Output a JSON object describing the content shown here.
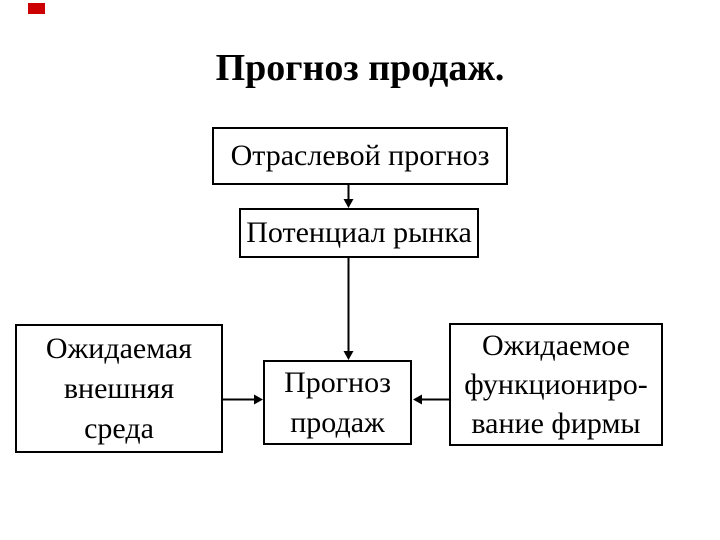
{
  "slide": {
    "title": "Прогноз продаж.",
    "colors": {
      "background": "#ffffff",
      "text": "#000000",
      "line": "#000000",
      "marker": "#cc0000"
    }
  },
  "diagram": {
    "boxes": [
      {
        "name": "industry-forecast",
        "lines": [
          "Отраслевой прогноз"
        ]
      },
      {
        "name": "market-potential",
        "lines": [
          "Потенциал рынка"
        ]
      },
      {
        "name": "external-environment",
        "lines": [
          "Ожидаемая",
          "внешняя",
          "среда"
        ]
      },
      {
        "name": "sales-forecast",
        "lines": [
          "Прогноз",
          "продаж"
        ]
      },
      {
        "name": "firm-functioning",
        "lines": [
          "Ожидаемое",
          "функциониро-",
          "вание фирмы"
        ]
      }
    ],
    "arrows": [
      {
        "name": "industry-to-market",
        "from": "industry-forecast",
        "to": "market-potential",
        "direction": "down"
      },
      {
        "name": "market-to-sales",
        "from": "market-potential",
        "to": "sales-forecast",
        "direction": "down"
      },
      {
        "name": "environment-to-sales",
        "from": "external-environment",
        "to": "sales-forecast",
        "direction": "right"
      },
      {
        "name": "firm-to-sales",
        "from": "firm-functioning",
        "to": "sales-forecast",
        "direction": "left"
      }
    ]
  }
}
